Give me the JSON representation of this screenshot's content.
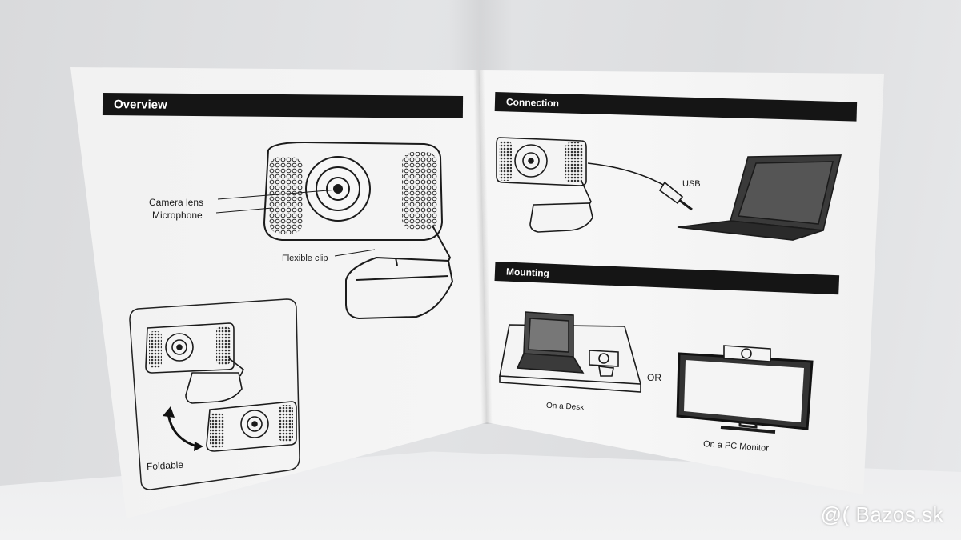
{
  "left_page": {
    "header": "Overview",
    "labels": {
      "camera_lens": "Camera lens",
      "microphone": "Microphone",
      "flexible_clip": "Flexible clip",
      "foldable": "Foldable"
    }
  },
  "right_page": {
    "connection_header": "Connection",
    "usb_label": "USB",
    "mounting_header": "Mounting",
    "or_label": "OR",
    "desk_label": "On a Desk",
    "monitor_label": "On a PC Monitor"
  },
  "watermark": "@( Bazos.sk",
  "colors": {
    "header_bar": "#151515",
    "paper": "#f4f4f4",
    "wall": "#dedfe1"
  }
}
